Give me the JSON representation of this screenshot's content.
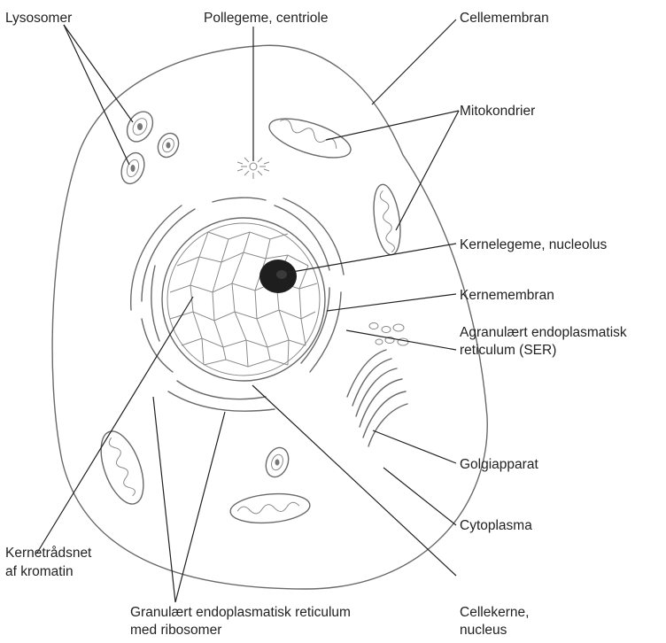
{
  "labels": {
    "lysosomer": "Lysosomer",
    "pollegeme": "Pollegeme, centriole",
    "cellemembran": "Cellemembran",
    "mitokondrier": "Mitokondrier",
    "kernelegeme": "Kernelegeme, nucleolus",
    "kernemembran": "Kernemembran",
    "ser_line1": "Agranulært endoplasmatisk",
    "ser_line2": "reticulum (SER)",
    "golgi": "Golgiapparat",
    "cytoplasma": "Cytoplasma",
    "kromatin_line1": "Kernetrådsnet",
    "kromatin_line2": "af kromatin",
    "rer_line1": "Granulært endoplasmatisk reticulum",
    "rer_line2": "med ribosomer",
    "cellekerne_line1": "Cellekerne,",
    "cellekerne_line2": "nucleus"
  }
}
